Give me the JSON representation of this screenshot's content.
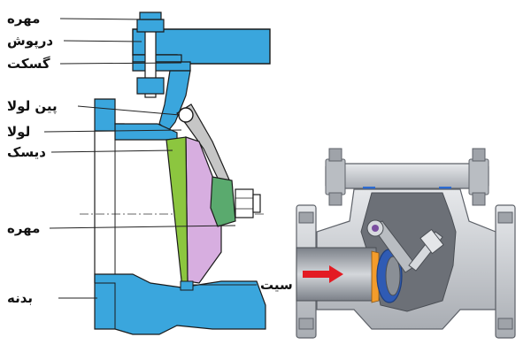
{
  "labels": {
    "nut_top": "مهره",
    "cover": "درپوش",
    "gasket": "گسکت",
    "hinge_pin": "پین لولا",
    "hinge": "لولا",
    "disc": "دیسک",
    "nut_mid": "مهره",
    "seat": "سیت",
    "body": "بدنه"
  },
  "colors": {
    "body_blue": "#3aa6dd",
    "disc_green": "#8cc63f",
    "disc_face_pink": "#d7aee0",
    "hinge_green": "#5aaa6e",
    "cast_grey": "#c2c6cc",
    "flow_arrow": "#e31b23",
    "seat_orange": "#f39c2b",
    "gasket_blue": "#2c6bd1"
  },
  "icons": {
    "flow": "flow-arrow-icon"
  }
}
